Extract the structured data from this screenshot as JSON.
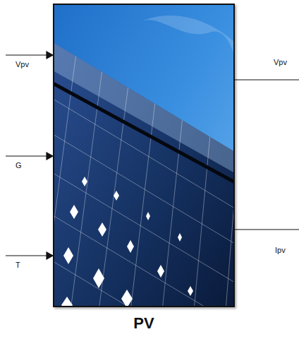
{
  "diagram": {
    "nodes": [
      {
        "text": [
          "PV"
        ]
      }
    ],
    "labels": [
      "Vpv",
      "G",
      "T",
      "Vpv",
      "Ipv"
    ]
  }
}
